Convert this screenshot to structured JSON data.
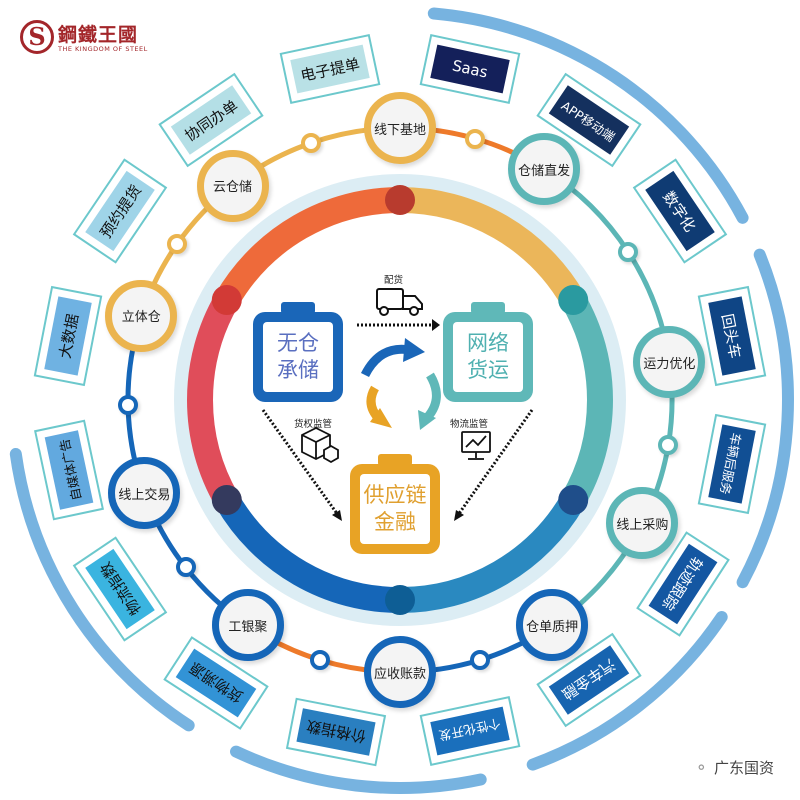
{
  "logo": {
    "letter": "S",
    "name_cn": "鋼鐵王國",
    "name_en": "THE KINGDOM OF STEEL",
    "color": "#a3262a"
  },
  "center_cards": [
    {
      "id": "no-warehouse-storage",
      "label_line1": "无仓",
      "label_line2": "承储",
      "color": "#1a66b8",
      "text_color": "#5a6fc0"
    },
    {
      "id": "network-freight",
      "label_line1": "网络",
      "label_line2": "货运",
      "color": "#5fb8b8",
      "text_color": "#4fb0b0"
    },
    {
      "id": "supply-chain-finance",
      "label_line1": "供应链",
      "label_line2": "金融",
      "color": "#e8a325",
      "text_color": "#e0a030"
    }
  ],
  "center_labels": {
    "distribution": "配货",
    "cargo_rights_supervision": "货权监管",
    "logistics_supervision": "物流监管"
  },
  "inner_ring_colors": {
    "top_left": "#ee6a3a",
    "top_right": "#ebb65a",
    "right": "#5cb6b6",
    "bottom_right": "#2a89c0",
    "bottom_left": "#1566b8",
    "left": "#e04d5a"
  },
  "nodes": [
    {
      "label": "线下基地",
      "angle": 0,
      "color": "#ebb44e"
    },
    {
      "label": "仓储直发",
      "angle": 32,
      "color": "#5cb6b6"
    },
    {
      "label": "运力优化",
      "angle": 82,
      "color": "#5cb6b6"
    },
    {
      "label": "线上采购",
      "angle": 117,
      "color": "#5cb6b6"
    },
    {
      "label": "仓单质押",
      "angle": 146,
      "color": "#1566b8"
    },
    {
      "label": "应收账款",
      "angle": 180,
      "color": "#1566b8"
    },
    {
      "label": "工银聚",
      "angle": 214,
      "color": "#1566b8"
    },
    {
      "label": "线上交易",
      "angle": 250,
      "color": "#1566b8"
    },
    {
      "label": "立体仓",
      "angle": 288,
      "color": "#ebb44e"
    },
    {
      "label": "云仓储",
      "angle": 322,
      "color": "#ebb44e"
    }
  ],
  "tiles": [
    {
      "label": "电子提单",
      "angle": -12,
      "bg": "#b9e1e6",
      "fg": "#111111"
    },
    {
      "label": "Saas",
      "angle": 12,
      "bg": "#14205a",
      "fg": "#ffffff"
    },
    {
      "label": "APP移动端",
      "angle": 34,
      "bg": "#14305e",
      "fg": "#ffffff"
    },
    {
      "label": "数字化",
      "angle": 56,
      "bg": "#0f3b73",
      "fg": "#ffffff"
    },
    {
      "label": "回头车",
      "angle": 79,
      "bg": "#0f4585",
      "fg": "#ffffff"
    },
    {
      "label": "车辆后服务",
      "angle": 101,
      "bg": "#114f94",
      "fg": "#ffffff"
    },
    {
      "label": "轨迹跟踪",
      "angle": 123,
      "bg": "#1457a2",
      "fg": "#ffffff"
    },
    {
      "label": "汽车金融",
      "angle": 146,
      "bg": "#1764b0",
      "fg": "#ffffff"
    },
    {
      "label": "个性化开发",
      "angle": 168,
      "bg": "#1a6fbc",
      "fg": "#ffffff"
    },
    {
      "label": "价格指数",
      "angle": 191,
      "bg": "#2a7fc0",
      "fg": "#111111"
    },
    {
      "label": "货物溯源",
      "angle": 213,
      "bg": "#3293d6",
      "fg": "#111111"
    },
    {
      "label": "物流指数",
      "angle": 236,
      "bg": "#3ab4e0",
      "fg": "#111111"
    },
    {
      "label": "自媒体广告",
      "angle": 258,
      "bg": "#62a9df",
      "fg": "#111111"
    },
    {
      "label": "大数据",
      "angle": 281,
      "bg": "#6fb2e2",
      "fg": "#111111"
    },
    {
      "label": "预约提货",
      "angle": 304,
      "bg": "#9fd4e8",
      "fg": "#111111"
    },
    {
      "label": "协同办单",
      "angle": 326,
      "bg": "#b4dfe6",
      "fg": "#111111"
    }
  ],
  "watermark": {
    "icon": "wechat-icon",
    "text": "广东国资"
  }
}
